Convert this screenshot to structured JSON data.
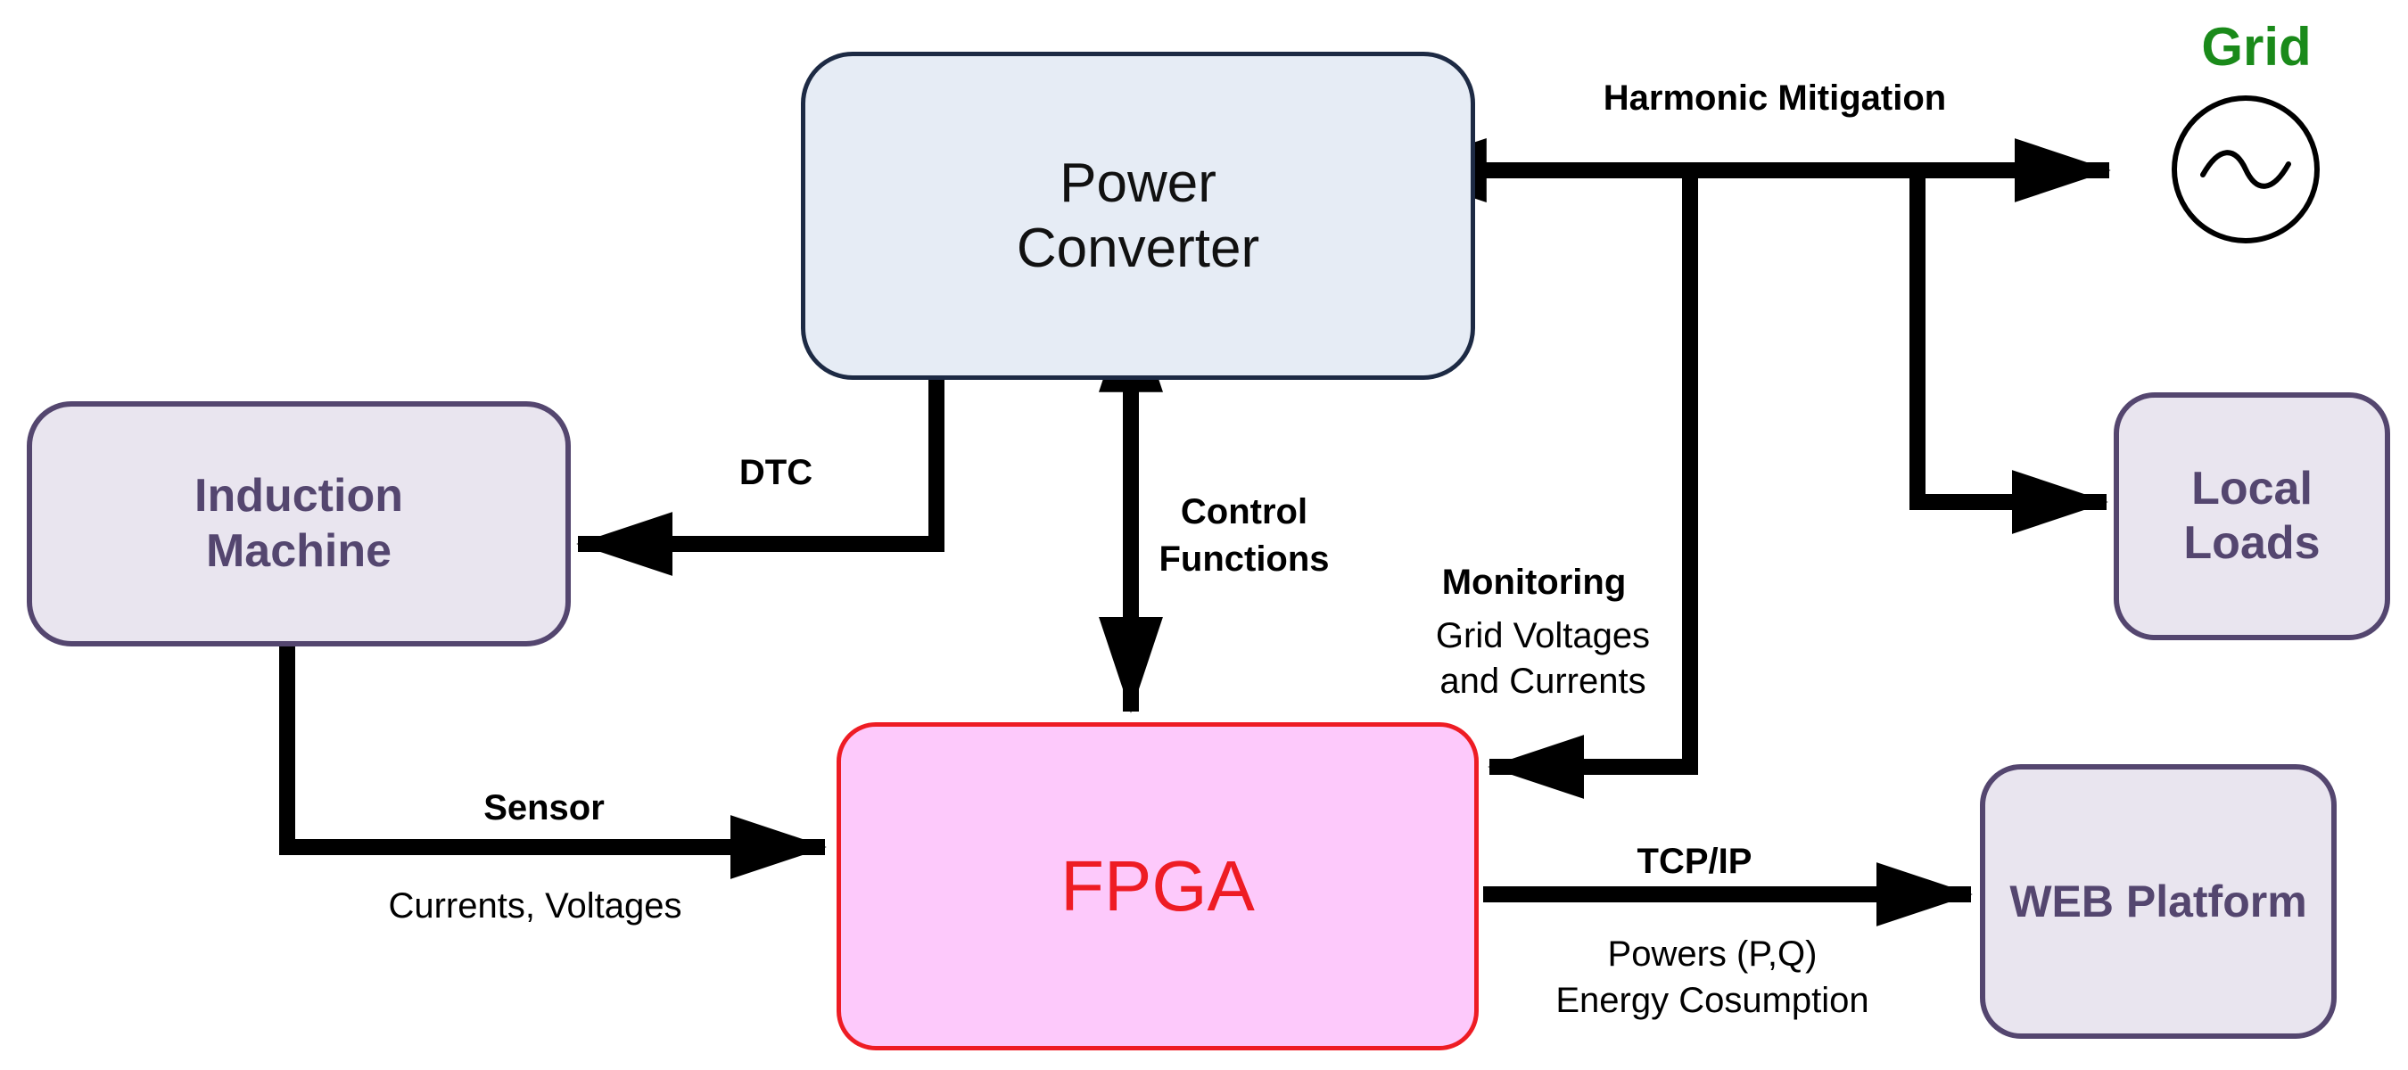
{
  "blocks": {
    "power_converter": [
      "Power",
      "Converter"
    ],
    "induction_machine": [
      "Induction",
      "Machine"
    ],
    "local_loads": [
      "Local",
      "Loads"
    ],
    "web_platform": "WEB Platform",
    "fpga": "FPGA",
    "grid": "Grid"
  },
  "labels": {
    "harmonic_mitigation": "Harmonic Mitigation",
    "dtc": "DTC",
    "control_functions": [
      "Control",
      "Functions"
    ],
    "monitoring": "Monitoring",
    "monitoring_detail": [
      "Grid Voltages",
      "and Currents"
    ],
    "sensor": "Sensor",
    "sensor_detail": "Currents, Voltages",
    "tcp_ip": "TCP/IP",
    "tcp_detail": [
      "Powers (P,Q)",
      "Energy Cosumption"
    ]
  },
  "colors": {
    "converter_fill": "#e6ecf5",
    "block_fill": "#e9e5ef",
    "block_text": "#54466f",
    "fpga_fill": "#fdc9fb",
    "fpga_accent": "#ee1c24",
    "grid_text": "#1a8a1a",
    "wire": "#000000"
  },
  "icons": {
    "grid_source": "ac-source-icon"
  }
}
